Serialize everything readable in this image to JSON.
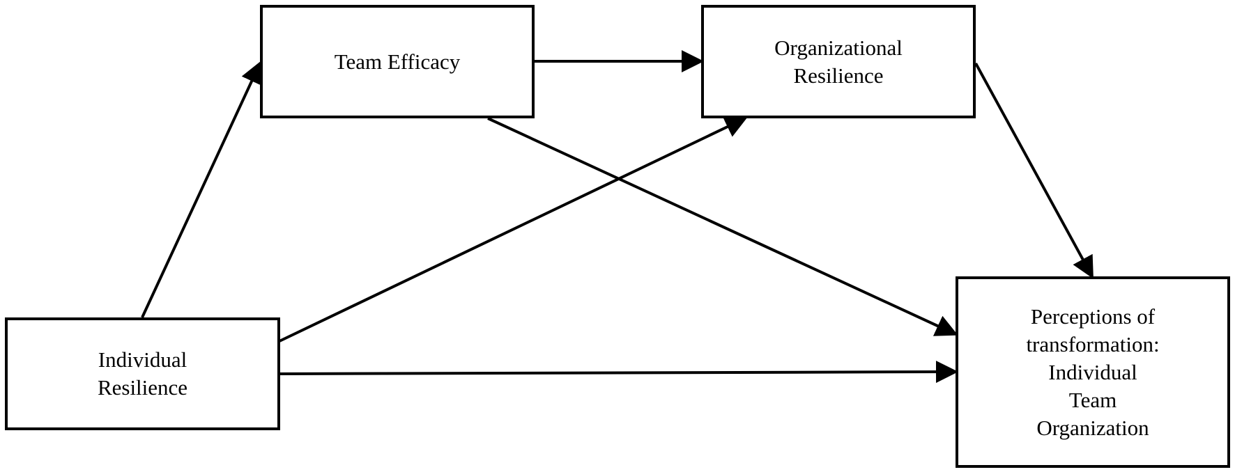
{
  "nodes": {
    "team_efficacy": {
      "lines": [
        "Team Efficacy"
      ]
    },
    "organizational_resilience": {
      "lines": [
        "Organizational",
        "Resilience"
      ]
    },
    "individual_resilience": {
      "lines": [
        "Individual",
        "Resilience"
      ]
    },
    "perceptions": {
      "lines": [
        "Perceptions of",
        "transformation:",
        "Individual",
        "Team",
        "Organization"
      ]
    }
  },
  "edges": [
    {
      "from": "individual_resilience",
      "to": "team_efficacy"
    },
    {
      "from": "individual_resilience",
      "to": "organizational_resilience"
    },
    {
      "from": "individual_resilience",
      "to": "perceptions"
    },
    {
      "from": "team_efficacy",
      "to": "organizational_resilience"
    },
    {
      "from": "team_efficacy",
      "to": "perceptions"
    },
    {
      "from": "organizational_resilience",
      "to": "perceptions"
    }
  ],
  "colors": {
    "stroke": "#000000",
    "fill": "#ffffff"
  }
}
